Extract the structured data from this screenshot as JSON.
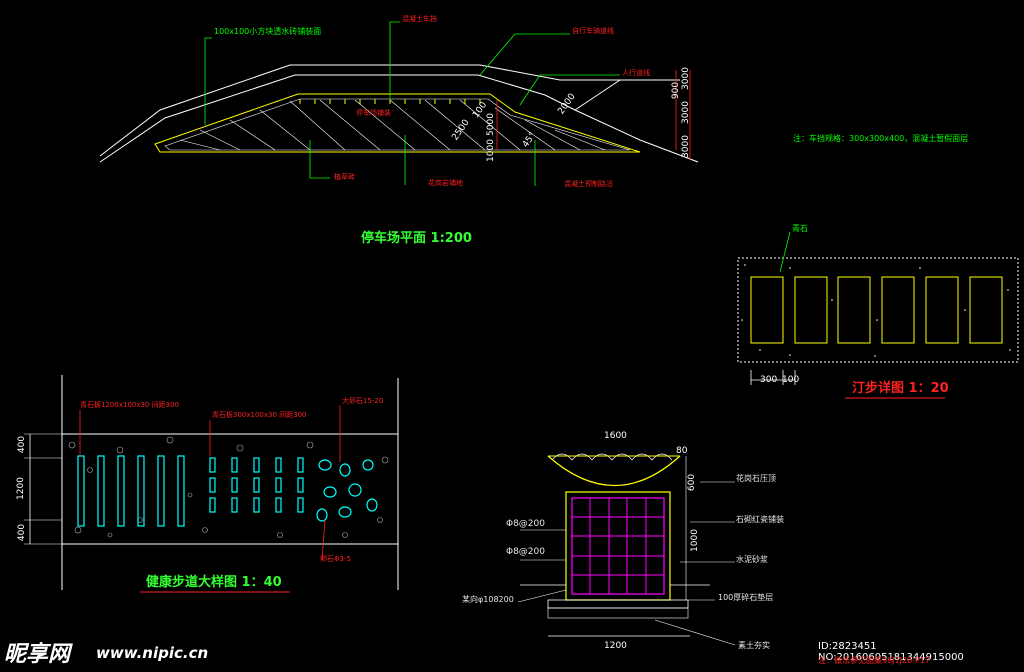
{
  "parking_plan": {
    "title": "停车场平面  1:200",
    "labels": {
      "paving": "100x100小方块透水砖铺装面",
      "curb_stop": "混凝土车挡",
      "bike_lane": "自行车骑道线",
      "sidewalk": "人行道线",
      "grass": "植草砖",
      "parking_area": "停车场铺装",
      "stone": "花岗岩铺地",
      "curb": "混凝土预制路沿"
    },
    "dims": {
      "d2500": "2500",
      "d100": "100",
      "d5000": "5000",
      "d1000": "1000",
      "d3000a": "3000",
      "d3000b": "3000",
      "d3000c": "3000",
      "d900": "900",
      "d2000": "2000",
      "deg45": "45°"
    },
    "note": "注：车挡规格：300x300x400，混凝土暂假面层"
  },
  "stepping": {
    "title": "汀步详图  1：20",
    "label": "青石",
    "dims": {
      "d300": "300",
      "d100": "100"
    }
  },
  "health_path": {
    "title": "健康步道大样图  1：40",
    "labels": {
      "a": "青石板1200x100x30 间距300",
      "b": "青石板300x100x30 间距300",
      "c": "大卵石15-20",
      "d": "卵石Φ3-5"
    },
    "dims": {
      "d400a": "400",
      "d1200": "1200",
      "d400b": "400"
    }
  },
  "planter": {
    "labels": {
      "top": "花岗石压顶",
      "side1": "石砌红瓷铺装",
      "side2": "水泥砂浆",
      "base": "100厚碎石垫层",
      "soil": "素土夯实",
      "pipe": "某向φ108200"
    },
    "dims": {
      "w1600": "1600",
      "h80": "80",
      "h600": "600",
      "h1000": "1000",
      "w1200": "1200",
      "phi1": "Φ8@200",
      "phi2": "Φ8@200"
    }
  },
  "watermark": {
    "logo": "昵享网",
    "site": "www.nipic.cn",
    "id": "ID:2823451 NO:20160605181344915000",
    "sub": "注：做法参见图集98J1J26-P17"
  }
}
